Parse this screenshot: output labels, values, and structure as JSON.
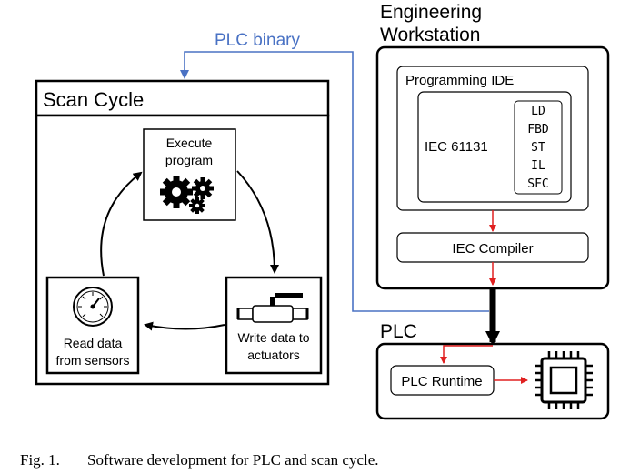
{
  "engineering": {
    "title_line1": "Engineering",
    "title_line2": "Workstation",
    "ide_title": "Programming IDE",
    "iec_label": "IEC 61131",
    "languages": [
      "LD",
      "FBD",
      "ST",
      "IL",
      "SFC"
    ],
    "compiler_label": "IEC Compiler"
  },
  "flow": {
    "plc_binary_label": "PLC binary"
  },
  "scan_cycle": {
    "title": "Scan Cycle",
    "execute_line1": "Execute",
    "execute_line2": "program",
    "read_line1": "Read data",
    "read_line2": "from sensors",
    "write_line1": "Write data to",
    "write_line2": "actuators"
  },
  "plc": {
    "title": "PLC",
    "runtime_label": "PLC Runtime"
  },
  "caption": {
    "prefix": "Fig. 1.",
    "text": "Software development for PLC and scan cycle."
  },
  "colors": {
    "blue_line": "#4a72c4",
    "red_arrow": "#e02020",
    "black": "#000000"
  },
  "icons": [
    "gears-icon",
    "gauge-icon",
    "valve-icon",
    "chip-icon"
  ]
}
